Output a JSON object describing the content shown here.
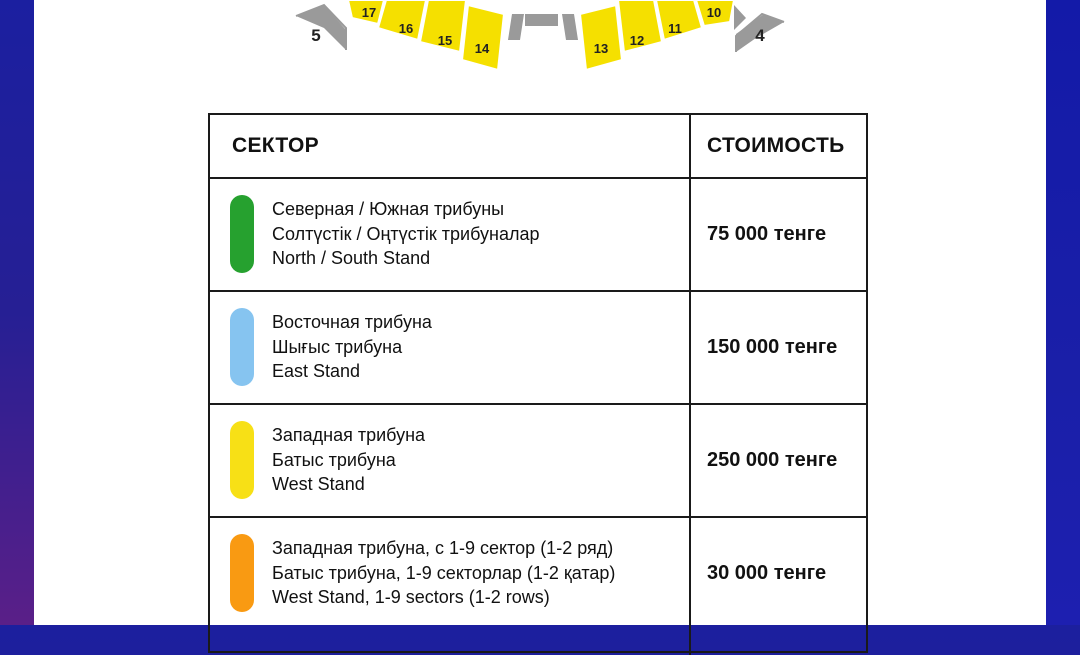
{
  "map": {
    "labels": {
      "west_left": "5",
      "west_right": "4"
    },
    "sectors": [
      "17",
      "16",
      "15",
      "14",
      "13",
      "12",
      "11",
      "10"
    ],
    "colors": {
      "west": "#f5e000",
      "gray": "#9a9a9a"
    }
  },
  "table": {
    "headers": {
      "sector": "СЕКТОР",
      "price": "СТОИМОСТЬ"
    },
    "rows": [
      {
        "color": "#26a12f",
        "lines": [
          "Северная / Южная трибуны",
          "Солтүстік / Оңтүстік трибуналар",
          "North / South Stand"
        ],
        "price": "75 000 тенге"
      },
      {
        "color": "#86c4f0",
        "lines": [
          "Восточная трибуна",
          "Шығыс трибуна",
          "East Stand"
        ],
        "price": "150 000 тенге"
      },
      {
        "color": "#f7e016",
        "lines": [
          "Западная трибуна",
          "Батыс трибуна",
          "West Stand"
        ],
        "price": "250 000 тенге"
      },
      {
        "color": "#f99a12",
        "lines": [
          "Западная трибуна, с 1-9 сектор (1-2 ряд)",
          "Батыс трибуна, 1-9 секторлар (1-2 қатар)",
          "West Stand, 1-9 sectors (1-2 rows)"
        ],
        "price": "30 000 тенге"
      }
    ]
  }
}
